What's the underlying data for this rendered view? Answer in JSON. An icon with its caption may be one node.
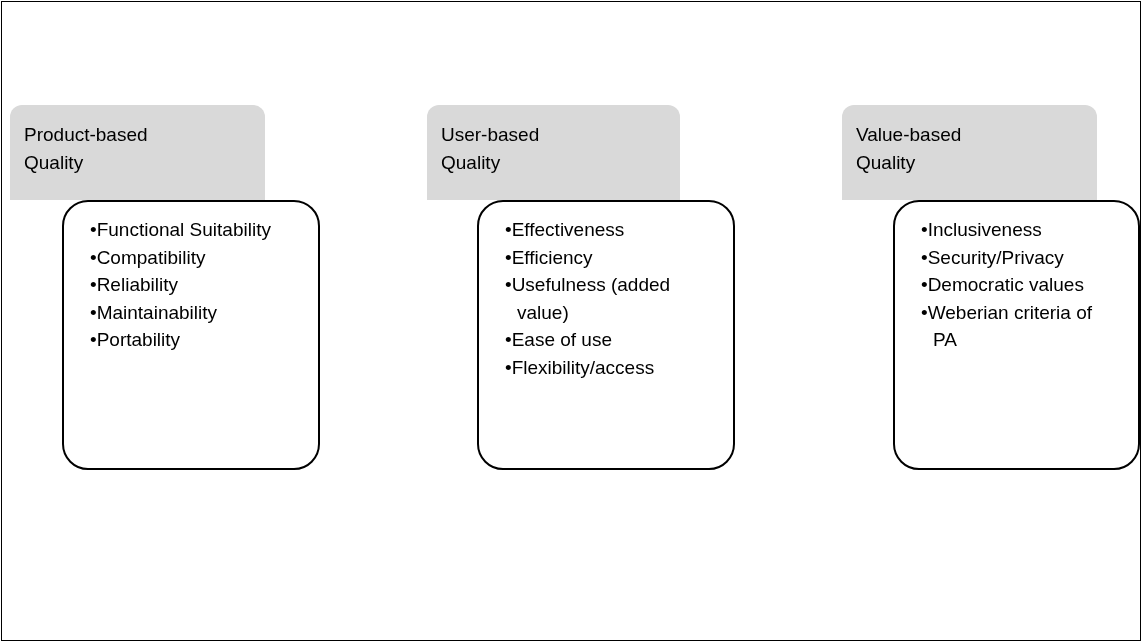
{
  "diagram": {
    "nodes": [
      {
        "text": [
          "Product-based Quality"
        ]
      },
      {
        "text": [
          "•Functional Suitability",
          "•Compatibility",
          "•Reliability",
          "•Maintainability",
          "•Portability"
        ]
      },
      {
        "text": [
          "User-based Quality"
        ]
      },
      {
        "text": [
          "•Effectiveness",
          "•Efficiency",
          "•Usefulness (added value)",
          "•Ease of use",
          "•Flexibility/access"
        ]
      },
      {
        "text": [
          "Value-based Quality"
        ]
      },
      {
        "text": [
          "•Inclusiveness",
          "•Security/Privacy",
          "•Democratic values",
          "•Weberian criteria of PA"
        ]
      }
    ]
  }
}
